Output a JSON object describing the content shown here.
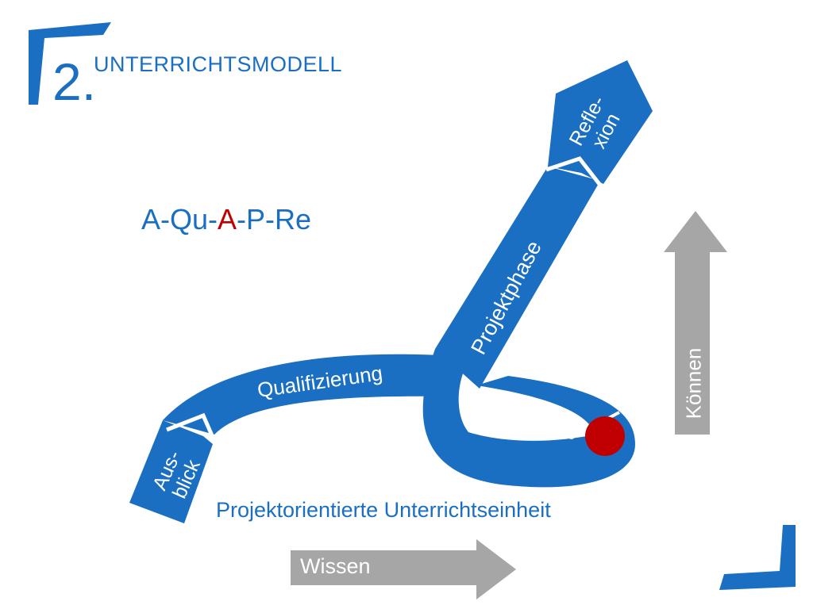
{
  "header": {
    "number": "2.",
    "title": "UNTERRICHTSMODELL"
  },
  "formula": {
    "parts": [
      "A-Qu-",
      "A",
      "-P-Re"
    ]
  },
  "path_segments": {
    "ausblick": [
      "Aus-",
      "blick"
    ],
    "qualifizierung": "Qualifizierung",
    "projektphase": "Projektphase",
    "reflexion": [
      "Refle-",
      "xion"
    ]
  },
  "caption": "Projektorientierte Unterrichtseinheit",
  "axes": {
    "wissen": "Wissen",
    "koennen": "Können"
  },
  "colors": {
    "brand_blue": "#1a6fc2",
    "marker_red": "#c00000",
    "axis_gray": "#a6a6a6"
  }
}
